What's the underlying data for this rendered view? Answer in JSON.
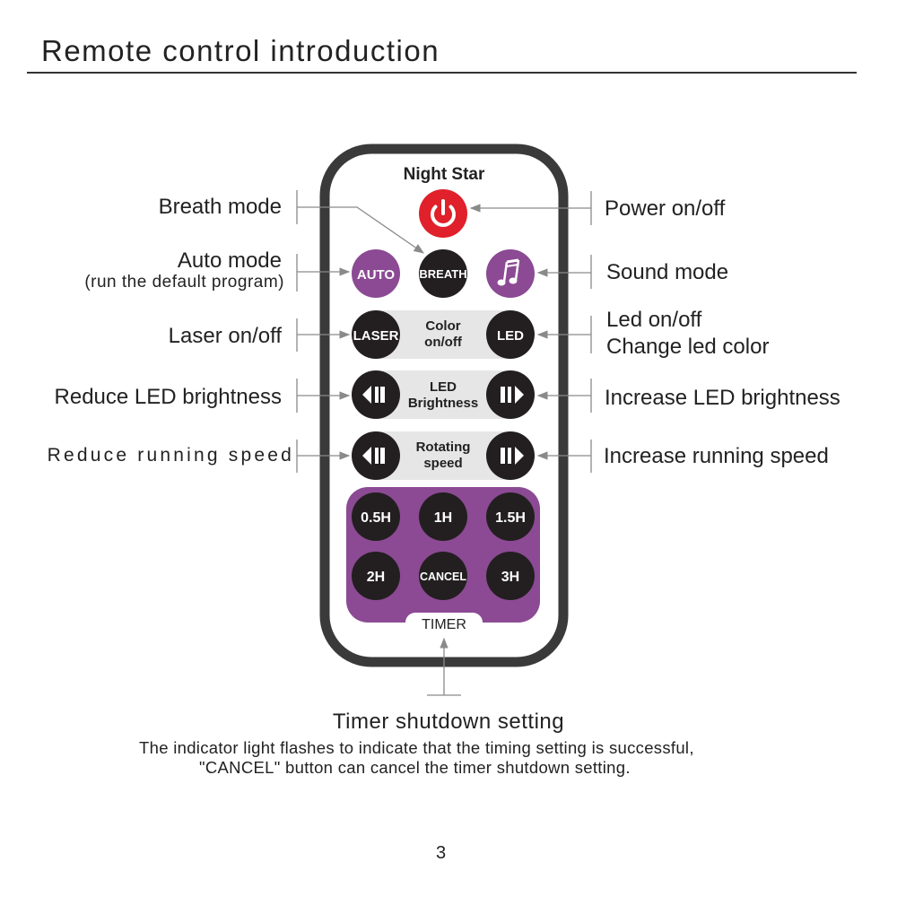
{
  "page": {
    "title": "Remote control introduction",
    "page_number": "3"
  },
  "remote": {
    "brand": "Night Star",
    "buttons": {
      "auto": "AUTO",
      "breath": "BREATH",
      "laser": "LASER",
      "led": "LED",
      "t05": "0.5H",
      "t1": "1H",
      "t15": "1.5H",
      "t2": "2H",
      "cancel": "CANCEL",
      "t3": "3H"
    },
    "center_labels": {
      "color_1": "Color",
      "color_2": "on/off",
      "led_1": "LED",
      "led_2": "Brightness",
      "rot_1": "Rotating",
      "rot_2": "speed"
    },
    "timer_tab": "TIMER",
    "colors": {
      "power": "#e0202a",
      "purple": "#8b4a93",
      "dark_button": "#231f20",
      "body_outline": "#3a3a3a"
    },
    "icons": [
      "power-icon",
      "music-note-icon",
      "left-arrow-icon",
      "right-arrow-icon"
    ]
  },
  "callouts": {
    "breath_mode": "Breath mode",
    "auto_mode": "Auto mode",
    "auto_mode_sub": "(run the default program)",
    "laser": "Laser on/off",
    "reduce_led": "Reduce LED brightness",
    "reduce_speed": "Reduce running speed",
    "power": "Power on/off",
    "sound": "Sound mode",
    "led_1": "Led on/off",
    "led_2": "Change led color",
    "increase_led": "Increase LED brightness",
    "increase_speed": "Increase running speed"
  },
  "timer": {
    "title": "Timer shutdown setting",
    "note_1": "The indicator light flashes to indicate that the timing setting is successful,",
    "note_2": "\"CANCEL\" button can cancel the timer shutdown setting."
  }
}
